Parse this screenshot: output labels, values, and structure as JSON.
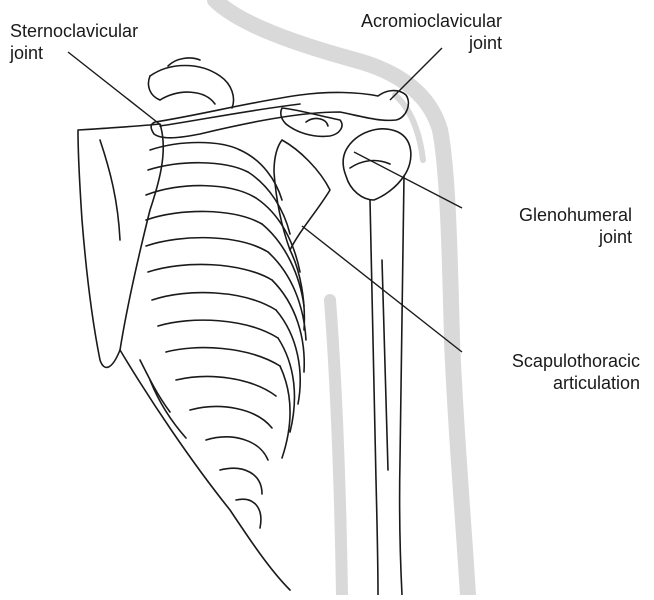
{
  "labels": {
    "sternoclavicular": {
      "line1": "Sternoclavicular",
      "line2": "joint"
    },
    "acromioclavicular": {
      "line1": "Acromioclavicular",
      "line2": "joint"
    },
    "glenohumeral": {
      "line1": "Glenohumeral",
      "line2": "joint"
    },
    "scapulothoracic": {
      "line1": "Scapulothoracic",
      "line2": "articulation"
    }
  },
  "colors": {
    "outline": "#1a1a1a",
    "body_shadow": "#dcdcdc",
    "background": "#ffffff"
  }
}
